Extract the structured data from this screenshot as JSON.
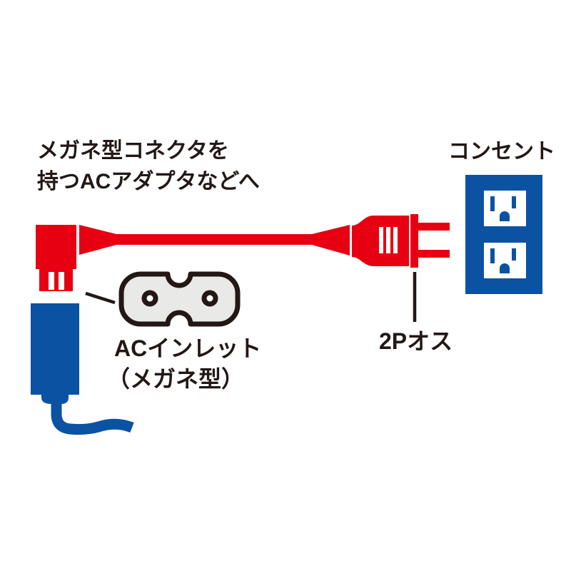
{
  "colors": {
    "bg": "#ffffff",
    "white": "#ffffff",
    "red": "#e60012",
    "blue": "#0b52a2",
    "gray": "#e9e9e7",
    "line": "#231815",
    "text": "#231815"
  },
  "annotations": {
    "adapter_note_line1": "メガネ型コネクタを",
    "adapter_note_line2": "持つACアダプタなどへ",
    "outlet_label": "コンセント",
    "inlet_label_line1": "ACインレット",
    "inlet_label_line2": "（メガネ型）",
    "plug_label": "2Pオス"
  },
  "icons": {
    "angled_connector": "right-angle-figure8-connector-icon",
    "power_cord": "red-power-cord-icon",
    "two_pin_plug": "2p-male-plug-icon",
    "wall_outlet": "double-wall-outlet-icon",
    "figure8_inlet": "figure8-ac-inlet-icon",
    "ac_adapter": "ac-adapter-icon"
  }
}
